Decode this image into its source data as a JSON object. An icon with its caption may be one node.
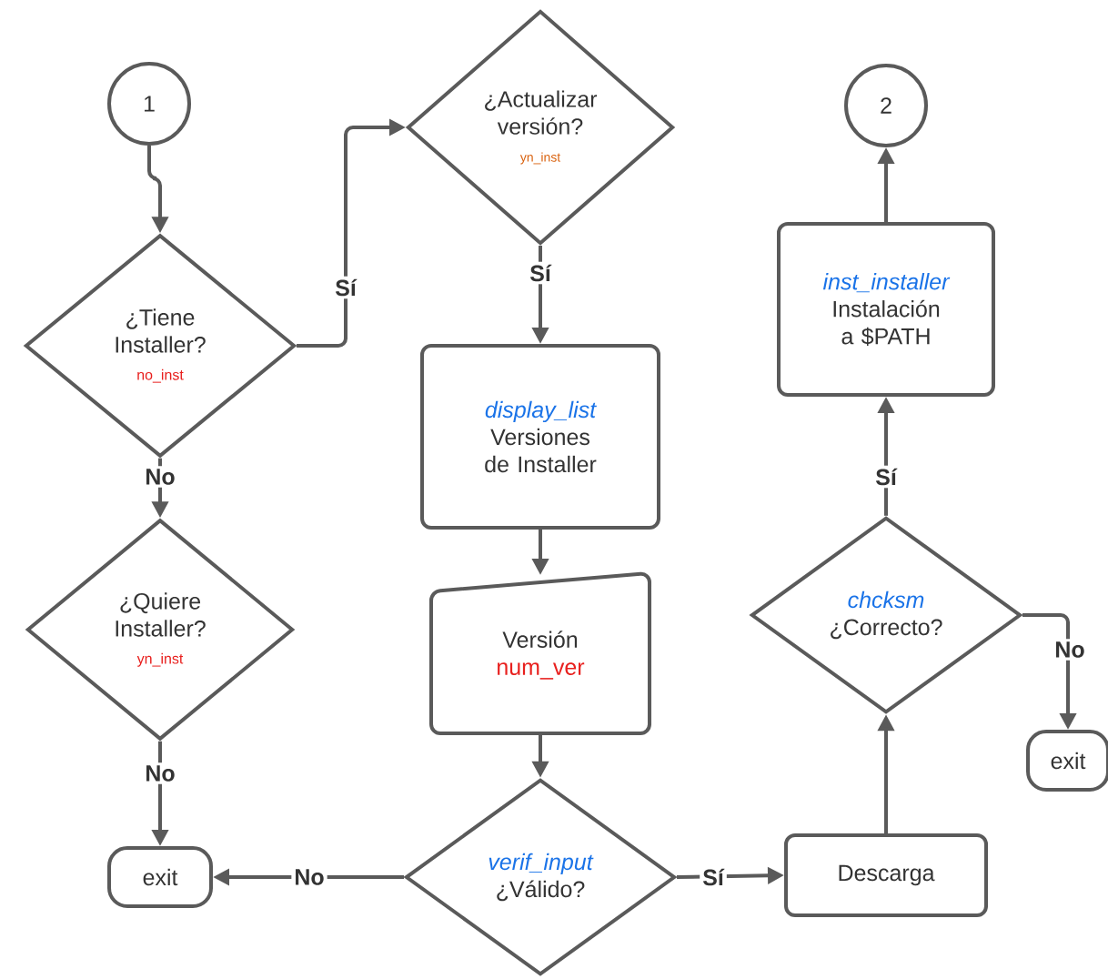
{
  "diagram": {
    "nodes": [
      {
        "text": [
          "1"
        ]
      },
      {
        "text": [
          "¿Tiene Installer?",
          "no_inst"
        ]
      },
      {
        "text": [
          "¿Quiere Installer?",
          "yn_inst"
        ]
      },
      {
        "text": [
          "exit"
        ]
      },
      {
        "text": [
          "¿Actualizar versión?",
          "yn_inst"
        ]
      },
      {
        "text": [
          "display_list",
          "Versiones de Installer"
        ]
      },
      {
        "text": [
          "Versión",
          "num_ver"
        ]
      },
      {
        "text": [
          "verif_input",
          "¿Válido?"
        ]
      },
      {
        "text": [
          "Descarga"
        ]
      },
      {
        "text": [
          "chcksm",
          "¿Correcto?"
        ]
      },
      {
        "text": [
          "inst_installer",
          "Instalación a $PATH"
        ]
      },
      {
        "text": [
          "2"
        ]
      },
      {
        "text": [
          "exit"
        ]
      }
    ],
    "edges": [
      {
        "from": 0,
        "to": 1,
        "arrow": "to"
      },
      {
        "from": 1,
        "to": 4,
        "arrow": "to",
        "label": "Sí"
      },
      {
        "from": 1,
        "to": 2,
        "arrow": "to",
        "label": "No"
      },
      {
        "from": 2,
        "to": 3,
        "arrow": "to",
        "label": "No"
      },
      {
        "from": 4,
        "to": 5,
        "arrow": "to",
        "label": "Sí"
      },
      {
        "from": 5,
        "to": 6,
        "arrow": "to"
      },
      {
        "from": 6,
        "to": 7,
        "arrow": "to"
      },
      {
        "from": 7,
        "to": 3,
        "arrow": "to",
        "label": "No"
      },
      {
        "from": 7,
        "to": 8,
        "arrow": "to",
        "label": "Sí"
      },
      {
        "from": 8,
        "to": 9,
        "arrow": "to"
      },
      {
        "from": 9,
        "to": 10,
        "arrow": "to",
        "label": "Sí"
      },
      {
        "from": 10,
        "to": 11,
        "arrow": "to"
      },
      {
        "from": 9,
        "to": 12,
        "arrow": "to",
        "label": "No"
      }
    ]
  }
}
